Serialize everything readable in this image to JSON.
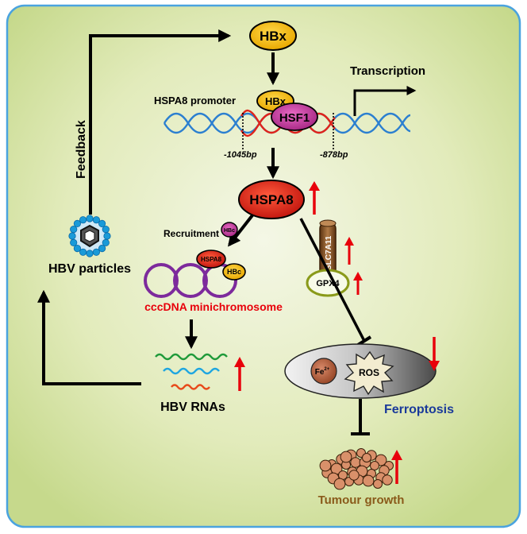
{
  "labels": {
    "hbx_top": "HBx",
    "feedback": "Feedback",
    "hspa8_promoter": "HSPA8 promoter",
    "transcription": "Transcription",
    "hbx_small": "HBx",
    "hsf1": "HSF1",
    "bp_left": "-1045bp",
    "bp_right": "-878bp",
    "hspa8": "HSPA8",
    "slc7a11": "SLC7A11",
    "gpx4": "GPX4",
    "recruitment": "Recruitment",
    "hbc_small": "HBc",
    "hspa8_small": "HSPA8",
    "hbc_bound": "HBc",
    "cccdna": "cccDNA minichromosome",
    "hbv_particles": "HBV particles",
    "hbv_rnas": "HBV RNAs",
    "fe": "Fe",
    "fe_sup": "2+",
    "ros": "ROS",
    "ferroptosis": "Ferroptosis",
    "tumour_growth": "Tumour growth"
  },
  "colors": {
    "background_center": "#f4f7e6",
    "background_edge": "#c6d98c",
    "panel_border": "#4aa3df",
    "hbx": "#f5b800",
    "hsf1": "#c0359a",
    "hspa8": "#d42015",
    "dna_blue": "#2b7fd0",
    "dna_red": "#e0231a",
    "up_arrow": "#e8000b",
    "cccdna_ring": "#7d2a9c",
    "cccdna_text": "#e8000b",
    "rna_green": "#1f9a3a",
    "rna_blue": "#1fa6e0",
    "rna_red": "#e84a1a",
    "slc7a11": "#7a4a1e",
    "gpx4_ring": "#8a9a1a",
    "ferroptosis_text": "#1a3a9a",
    "tumour_text": "#8a5a1a",
    "cell": "#d9906a",
    "virus_dots": "#1a9ad8"
  },
  "icons": [
    "up-arrow-icon",
    "down-arrow-icon",
    "virus-particle-icon",
    "tumour-cells-icon",
    "ros-star-icon",
    "iron-ion-icon"
  ]
}
